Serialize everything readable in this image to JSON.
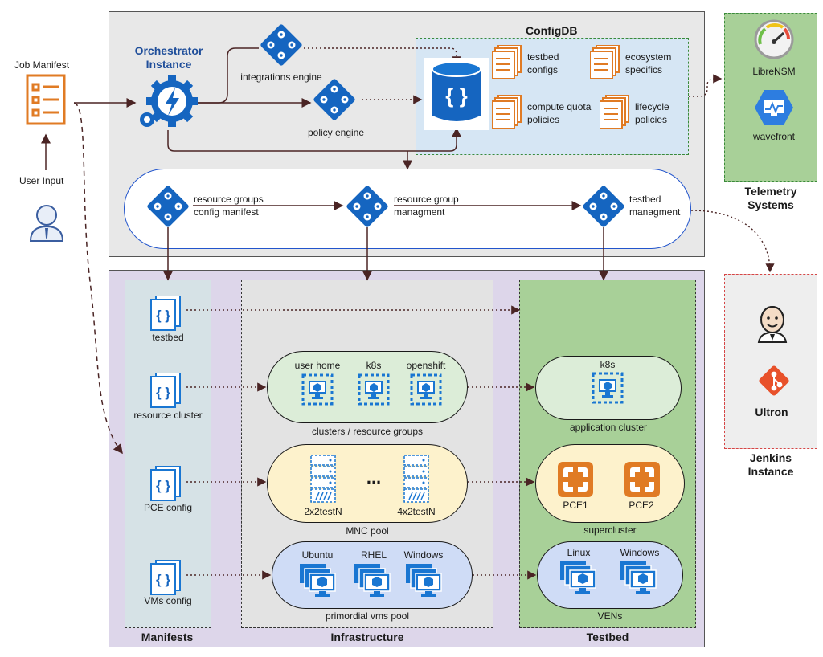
{
  "job_manifest": {
    "label": "Job Manifest",
    "icon": "checklist-icon"
  },
  "user_input": {
    "label": "User Input",
    "icon": "user-icon"
  },
  "orchestrator": {
    "title_line1": "Orchestrator",
    "title_line2": "Instance",
    "icon": "orchestrator-gear-bolt-icon"
  },
  "engines": {
    "integrations": "integrations engine",
    "policy": "policy engine"
  },
  "configdb": {
    "title": "ConfigDB",
    "items": [
      {
        "line1": "testbed",
        "line2": "configs"
      },
      {
        "line1": "ecosystem",
        "line2": "specifics"
      },
      {
        "line1": "compute quota",
        "line2": "policies"
      },
      {
        "line1": "lifecycle",
        "line2": "policies"
      }
    ]
  },
  "pipeline": {
    "step1_line1": "resource groups",
    "step1_line2": "config manifest",
    "step2_line1": "resource group",
    "step2_line2": "managment",
    "step3_line1": "testbed",
    "step3_line2": "managment"
  },
  "telemetry": {
    "title_line1": "Telemetry",
    "title_line2": "Systems",
    "librensm": "LibreNSM",
    "wavefront": "wavefront"
  },
  "jenkins": {
    "title_line1": "Jenkins",
    "title_line2": "Instance",
    "ultron": "Ultron"
  },
  "manifests": {
    "title": "Manifests",
    "items": [
      "testbed",
      "resource cluster",
      "PCE config",
      "VMs config"
    ]
  },
  "infrastructure": {
    "title": "Infrastructure",
    "clusters": {
      "items": [
        "user home",
        "k8s",
        "openshift"
      ],
      "caption": "clusters / resource groups"
    },
    "mnc": {
      "left": "2x2testN",
      "dots": "...",
      "right": "4x2testN",
      "caption": "MNC pool"
    },
    "vms": {
      "items": [
        "Ubuntu",
        "RHEL",
        "Windows"
      ],
      "caption": "primordial vms pool"
    }
  },
  "testbed": {
    "title": "Testbed",
    "app": {
      "item": "k8s",
      "caption": "application cluster"
    },
    "super": {
      "items": [
        "PCE1",
        "PCE2"
      ],
      "caption": "supercluster"
    },
    "vens": {
      "items": [
        "Linux",
        "Windows"
      ],
      "caption": "VENs"
    }
  },
  "colors": {
    "gear_blue": "#1565c0",
    "doc_orange": "#e07b24",
    "region_gray": "#e8e8e8",
    "region_purple": "#ddd6ea",
    "testbed_green": "#a8d098"
  }
}
